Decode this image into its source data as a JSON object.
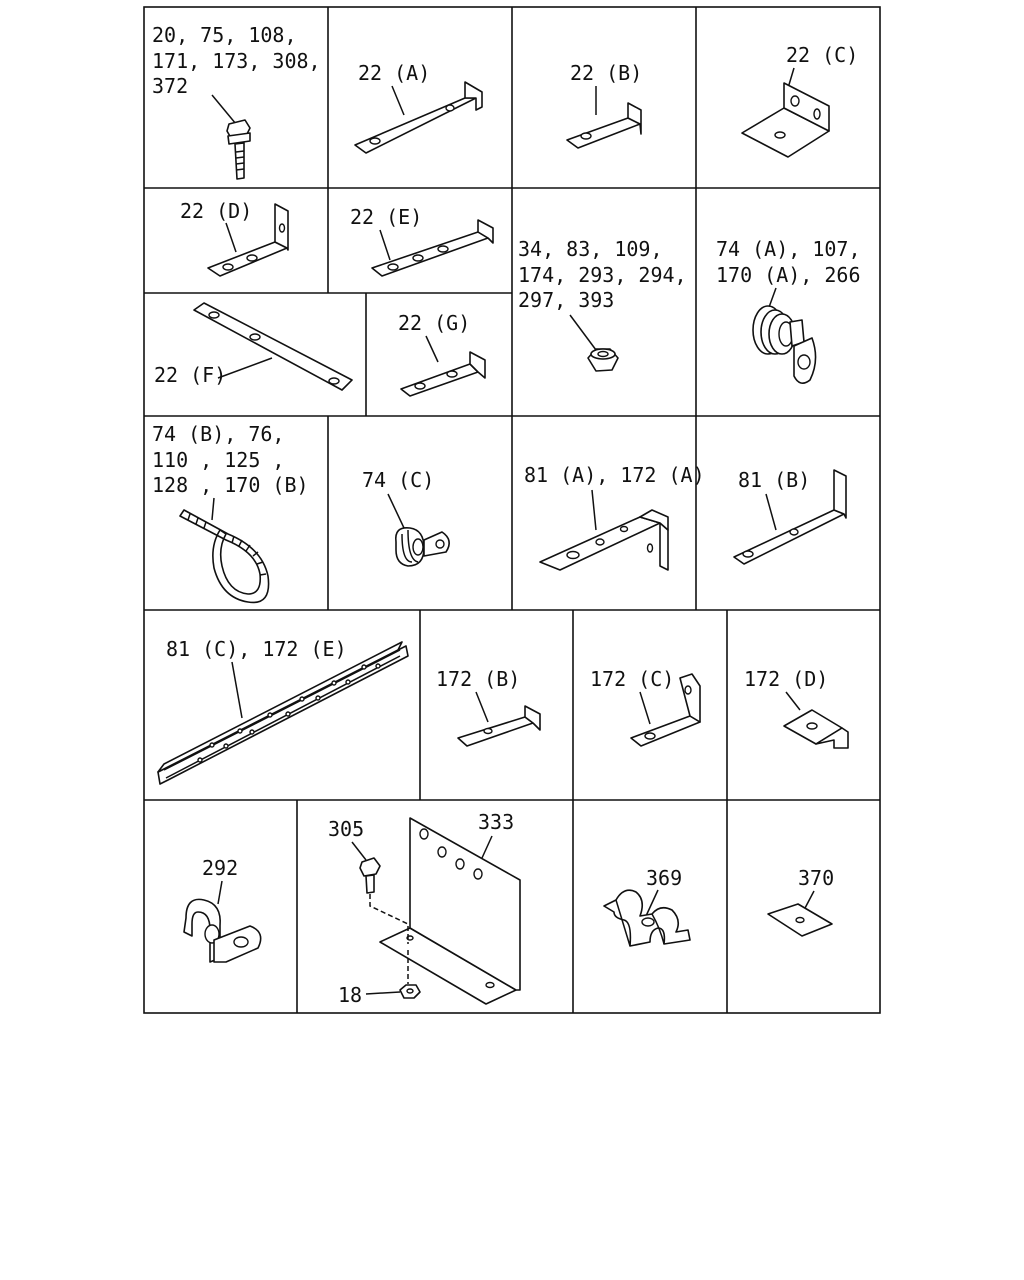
{
  "cells": {
    "bolt": {
      "lines": [
        "20, 75, 108,",
        "171, 173, 308,",
        "372"
      ]
    },
    "bracket_22a": {
      "lines": [
        "22 (A)"
      ]
    },
    "bracket_22b": {
      "lines": [
        "22 (B)"
      ]
    },
    "bracket_22c": {
      "lines": [
        "22 (C)"
      ]
    },
    "bracket_22d": {
      "lines": [
        "22 (D)"
      ]
    },
    "bracket_22e": {
      "lines": [
        "22 (E)"
      ]
    },
    "nut": {
      "lines": [
        "34, 83, 109,",
        "174, 293, 294,",
        "297, 393"
      ]
    },
    "clip_74a": {
      "lines": [
        "74 (A), 107,",
        "170 (A), 266"
      ]
    },
    "bracket_22f": {
      "lines": [
        "22 (F)"
      ]
    },
    "bracket_22g": {
      "lines": [
        "22 (G)"
      ]
    },
    "band_74b": {
      "lines": [
        "74 (B), 76,",
        "110 , 125 ,",
        "128 , 170 (B)"
      ]
    },
    "clip_74c": {
      "lines": [
        "74 (C)"
      ]
    },
    "bracket_81a": {
      "lines": [
        "81 (A), 172 (A)"
      ]
    },
    "bracket_81b": {
      "lines": [
        "81 (B)"
      ]
    },
    "rail_81c": {
      "lines": [
        "81 (C), 172 (E)"
      ]
    },
    "bracket_172b": {
      "lines": [
        "172 (B)"
      ]
    },
    "bracket_172c": {
      "lines": [
        "172 (C)"
      ]
    },
    "bracket_172d": {
      "lines": [
        "172 (D)"
      ]
    },
    "clip_292": {
      "lines": [
        "292"
      ]
    },
    "assy_305": {
      "lines": [
        "305"
      ]
    },
    "assy_333": {
      "lines": [
        "333"
      ]
    },
    "assy_18": {
      "lines": [
        "18"
      ]
    },
    "clip_369": {
      "lines": [
        "369"
      ]
    },
    "plate_370": {
      "lines": [
        "370"
      ]
    }
  }
}
